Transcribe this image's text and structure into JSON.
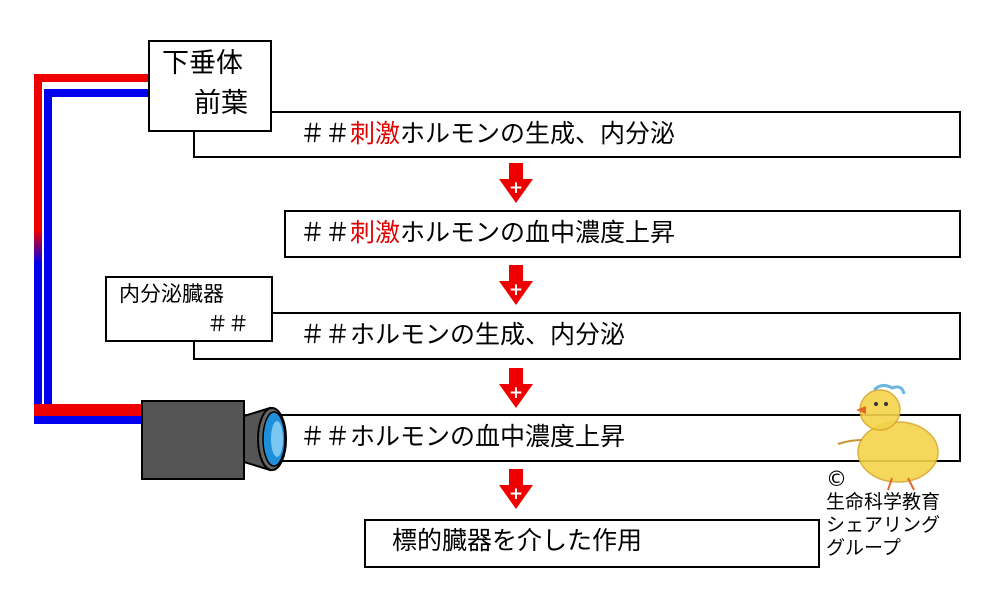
{
  "pituitary": {
    "line1": "下垂体",
    "line2": "前葉"
  },
  "step1": {
    "prefix": "＃＃",
    "highlight": "刺激",
    "rest": "ホルモンの生成、内分泌"
  },
  "step2": {
    "prefix": "＃＃",
    "highlight": "刺激",
    "rest": "ホルモンの血中濃度上昇"
  },
  "organ": {
    "line1": "内分泌臓器",
    "line2": "＃＃"
  },
  "step3": {
    "text": "＃＃ホルモンの生成、内分泌"
  },
  "step4": {
    "text": "＃＃ホルモンの血中濃度上昇"
  },
  "step5": {
    "text": "標的臓器を介した作用"
  },
  "arrow_sign": "+",
  "credit": {
    "symbol": "©",
    "line1": "生命科学教育",
    "line2": "シェアリング",
    "line3": "グループ"
  },
  "colors": {
    "arrow": "#ee0000",
    "feedback_red": "#ee0000",
    "feedback_blue": "#0000ee",
    "highlight": "#e00000"
  }
}
